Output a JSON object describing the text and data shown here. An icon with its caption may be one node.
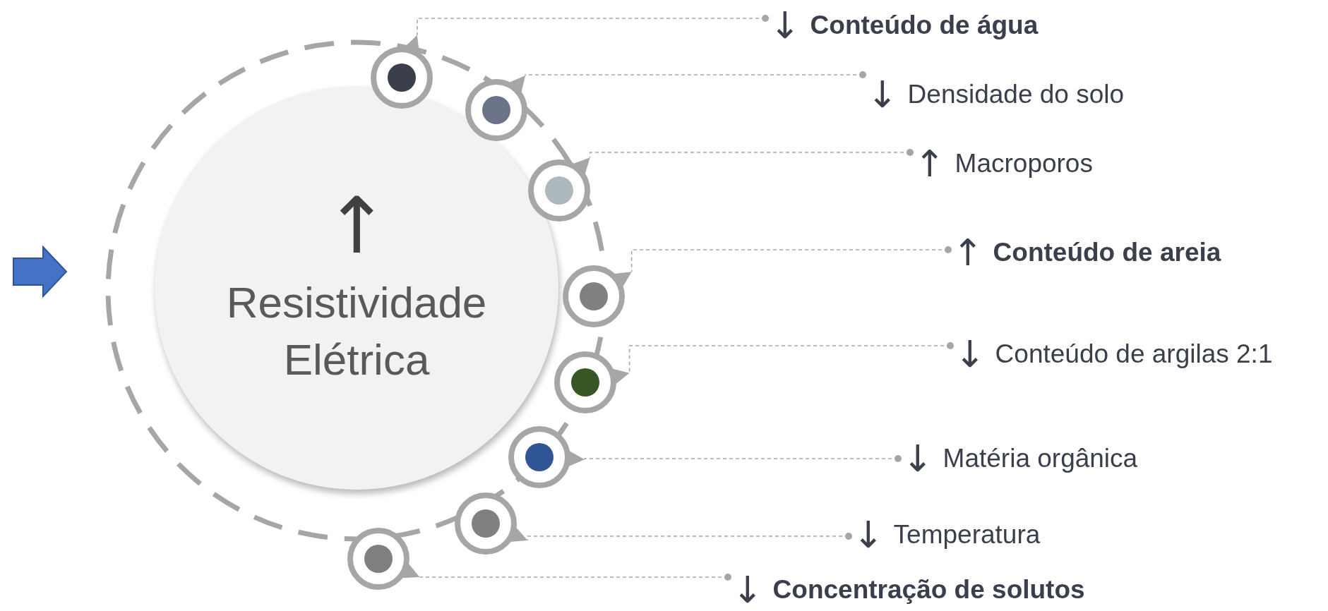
{
  "diagram": {
    "nodes": [
      {
        "text": [
          "↑",
          "Resistividade Elétrica"
        ]
      },
      {
        "text": [],
        "shape": "circle"
      },
      {
        "text": [],
        "shape": "circle"
      },
      {
        "text": [],
        "shape": "circle"
      },
      {
        "text": [],
        "shape": "circle"
      },
      {
        "text": [],
        "shape": "circle"
      },
      {
        "text": [],
        "shape": "circle"
      },
      {
        "text": [],
        "shape": "circle"
      },
      {
        "text": [],
        "shape": "circle"
      },
      {
        "text": [
          "↓",
          "Conteúdo de água"
        ]
      },
      {
        "text": [
          "↓",
          "Densidade do solo"
        ]
      },
      {
        "text": [
          "↑",
          "Macroporos"
        ]
      },
      {
        "text": [
          "↑",
          "Conteúdo de areia"
        ]
      },
      {
        "text": [
          "↓",
          "Conteúdo de argilas 2:1"
        ]
      },
      {
        "text": [
          "↓",
          "Matéria orgânica"
        ]
      },
      {
        "text": [
          "↓",
          "Temperatura"
        ]
      },
      {
        "text": [
          "↓",
          "Concentração de solutos"
        ]
      }
    ],
    "edges": [
      {
        "from": 9,
        "to": 1,
        "arrow": "other",
        "style": "dashed"
      },
      {
        "from": 10,
        "to": 2,
        "arrow": "other",
        "style": "dashed"
      },
      {
        "from": 11,
        "to": 3,
        "arrow": "other",
        "style": "dashed"
      },
      {
        "from": 12,
        "to": 4,
        "arrow": "other",
        "style": "dashed"
      },
      {
        "from": 13,
        "to": 5,
        "arrow": "other",
        "style": "dashed"
      },
      {
        "from": 14,
        "to": 6,
        "arrow": "other",
        "style": "dashed"
      },
      {
        "from": 15,
        "to": 7,
        "arrow": "other",
        "style": "dashed"
      },
      {
        "from": 16,
        "to": 8,
        "arrow": "other",
        "style": "dashed"
      }
    ]
  }
}
